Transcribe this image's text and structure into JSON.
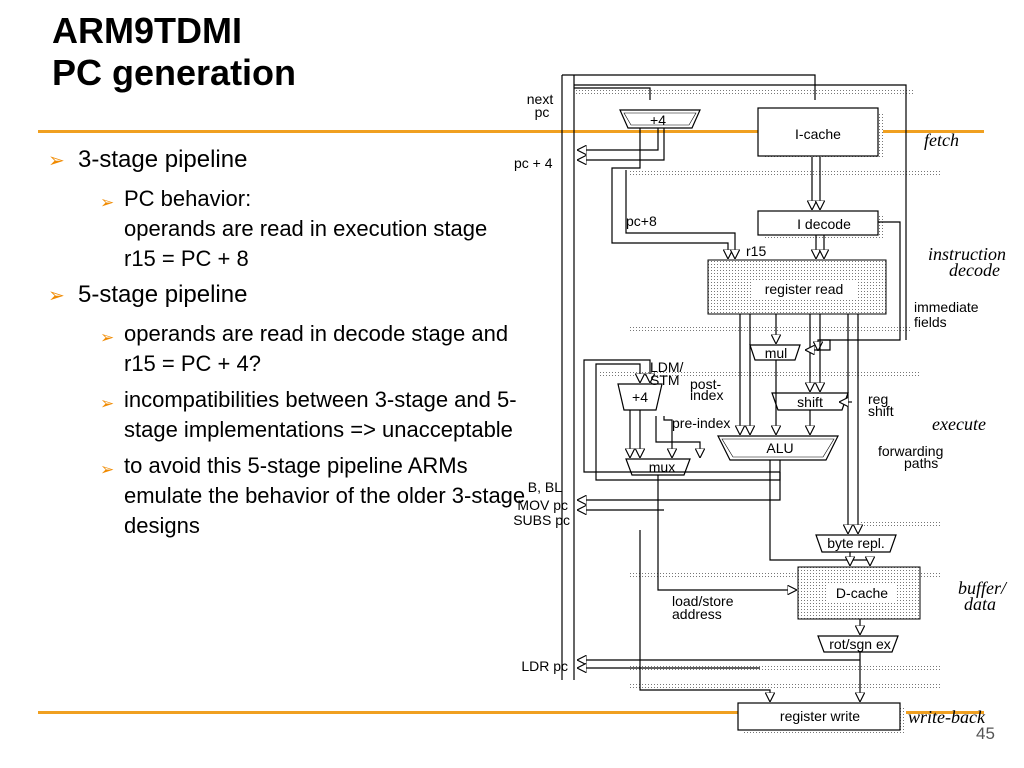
{
  "title": {
    "line1": "ARM9TDMI",
    "line2": "PC generation"
  },
  "slide_number": "45",
  "bullets": [
    {
      "text": "3-stage pipeline",
      "children": [
        {
          "text": "PC behavior:\noperands are read in execution stage\nr15 = PC + 8"
        }
      ]
    },
    {
      "text": "5-stage pipeline",
      "children": [
        {
          "text": "operands are read in decode stage and r15 = PC + 4?"
        },
        {
          "text": "incompatibilities between 3-stage and 5-stage implementations => unacceptable"
        },
        {
          "text": "to avoid this 5-stage pipeline ARMs emulate the behavior of the older 3-stage designs"
        }
      ]
    }
  ],
  "diagram": {
    "blocks": {
      "icache": "I-cache",
      "idecode": "I decode",
      "regread": "register read",
      "mul": "mul",
      "shift": "shift",
      "alu": "ALU",
      "mux": "mux",
      "plus4_top": "+4",
      "plus4_mid": "+4",
      "byterepl": "byte repl.",
      "dcache": "D-cache",
      "rotsgn": "rot/sgn ex",
      "regwrite": "register write"
    },
    "labels": {
      "next_pc_1": "next",
      "next_pc_2": "pc",
      "pc_plus4": "pc + 4",
      "pc_plus8": "pc+8",
      "r15": "r15",
      "immediate_1": "immediate",
      "immediate_2": "fields",
      "ldm_1": "LDM/",
      "ldm_2": "STM",
      "post_1": "post-",
      "post_2": "index",
      "reg_1": "reg",
      "reg_2": "shift",
      "preindex": "pre-index",
      "forwarding_1": "forwarding",
      "forwarding_2": "paths",
      "bbl": "B, BL",
      "movpc": "MOV pc",
      "subspc": "SUBS pc",
      "loadstore_1": "load/store",
      "loadstore_2": "address",
      "ldrpc": "LDR pc"
    },
    "stages": {
      "fetch": "fetch",
      "decode_1": "instruction",
      "decode_2": "decode",
      "execute": "execute",
      "buffer_1": "buffer/",
      "buffer_2": "data",
      "writeback": "write-back"
    }
  },
  "colors": {
    "accent_rule": "#f0a020",
    "bullet_arrow": "#f08a00"
  }
}
